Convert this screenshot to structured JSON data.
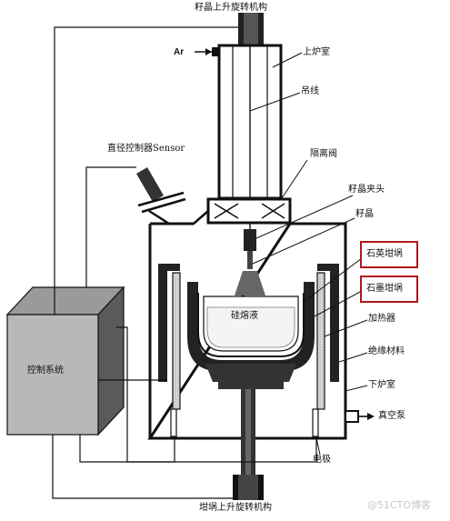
{
  "labels": {
    "seed_lift": "籽晶上升旋转机构",
    "ar": "Ar",
    "upper_chamber": "上炉室",
    "wire": "吊线",
    "diameter_sensor": "直径控制器Sensor",
    "isolation_valve": "隔离阀",
    "seed_chuck": "籽晶夹头",
    "seed": "籽晶",
    "quartz_crucible": "石英坩埚",
    "graphite_crucible": "石墨坩埚",
    "heater": "加热器",
    "insulation": "绝缘材料",
    "lower_chamber": "下炉室",
    "vacuum_pump": "真空泵",
    "electrode": "电极",
    "crucible_lift": "坩埚上升旋转机构",
    "melt": "硅熔液",
    "control_system": "控制系统"
  },
  "highlight_color": "#b3171b",
  "watermark": "@51CTO博客"
}
